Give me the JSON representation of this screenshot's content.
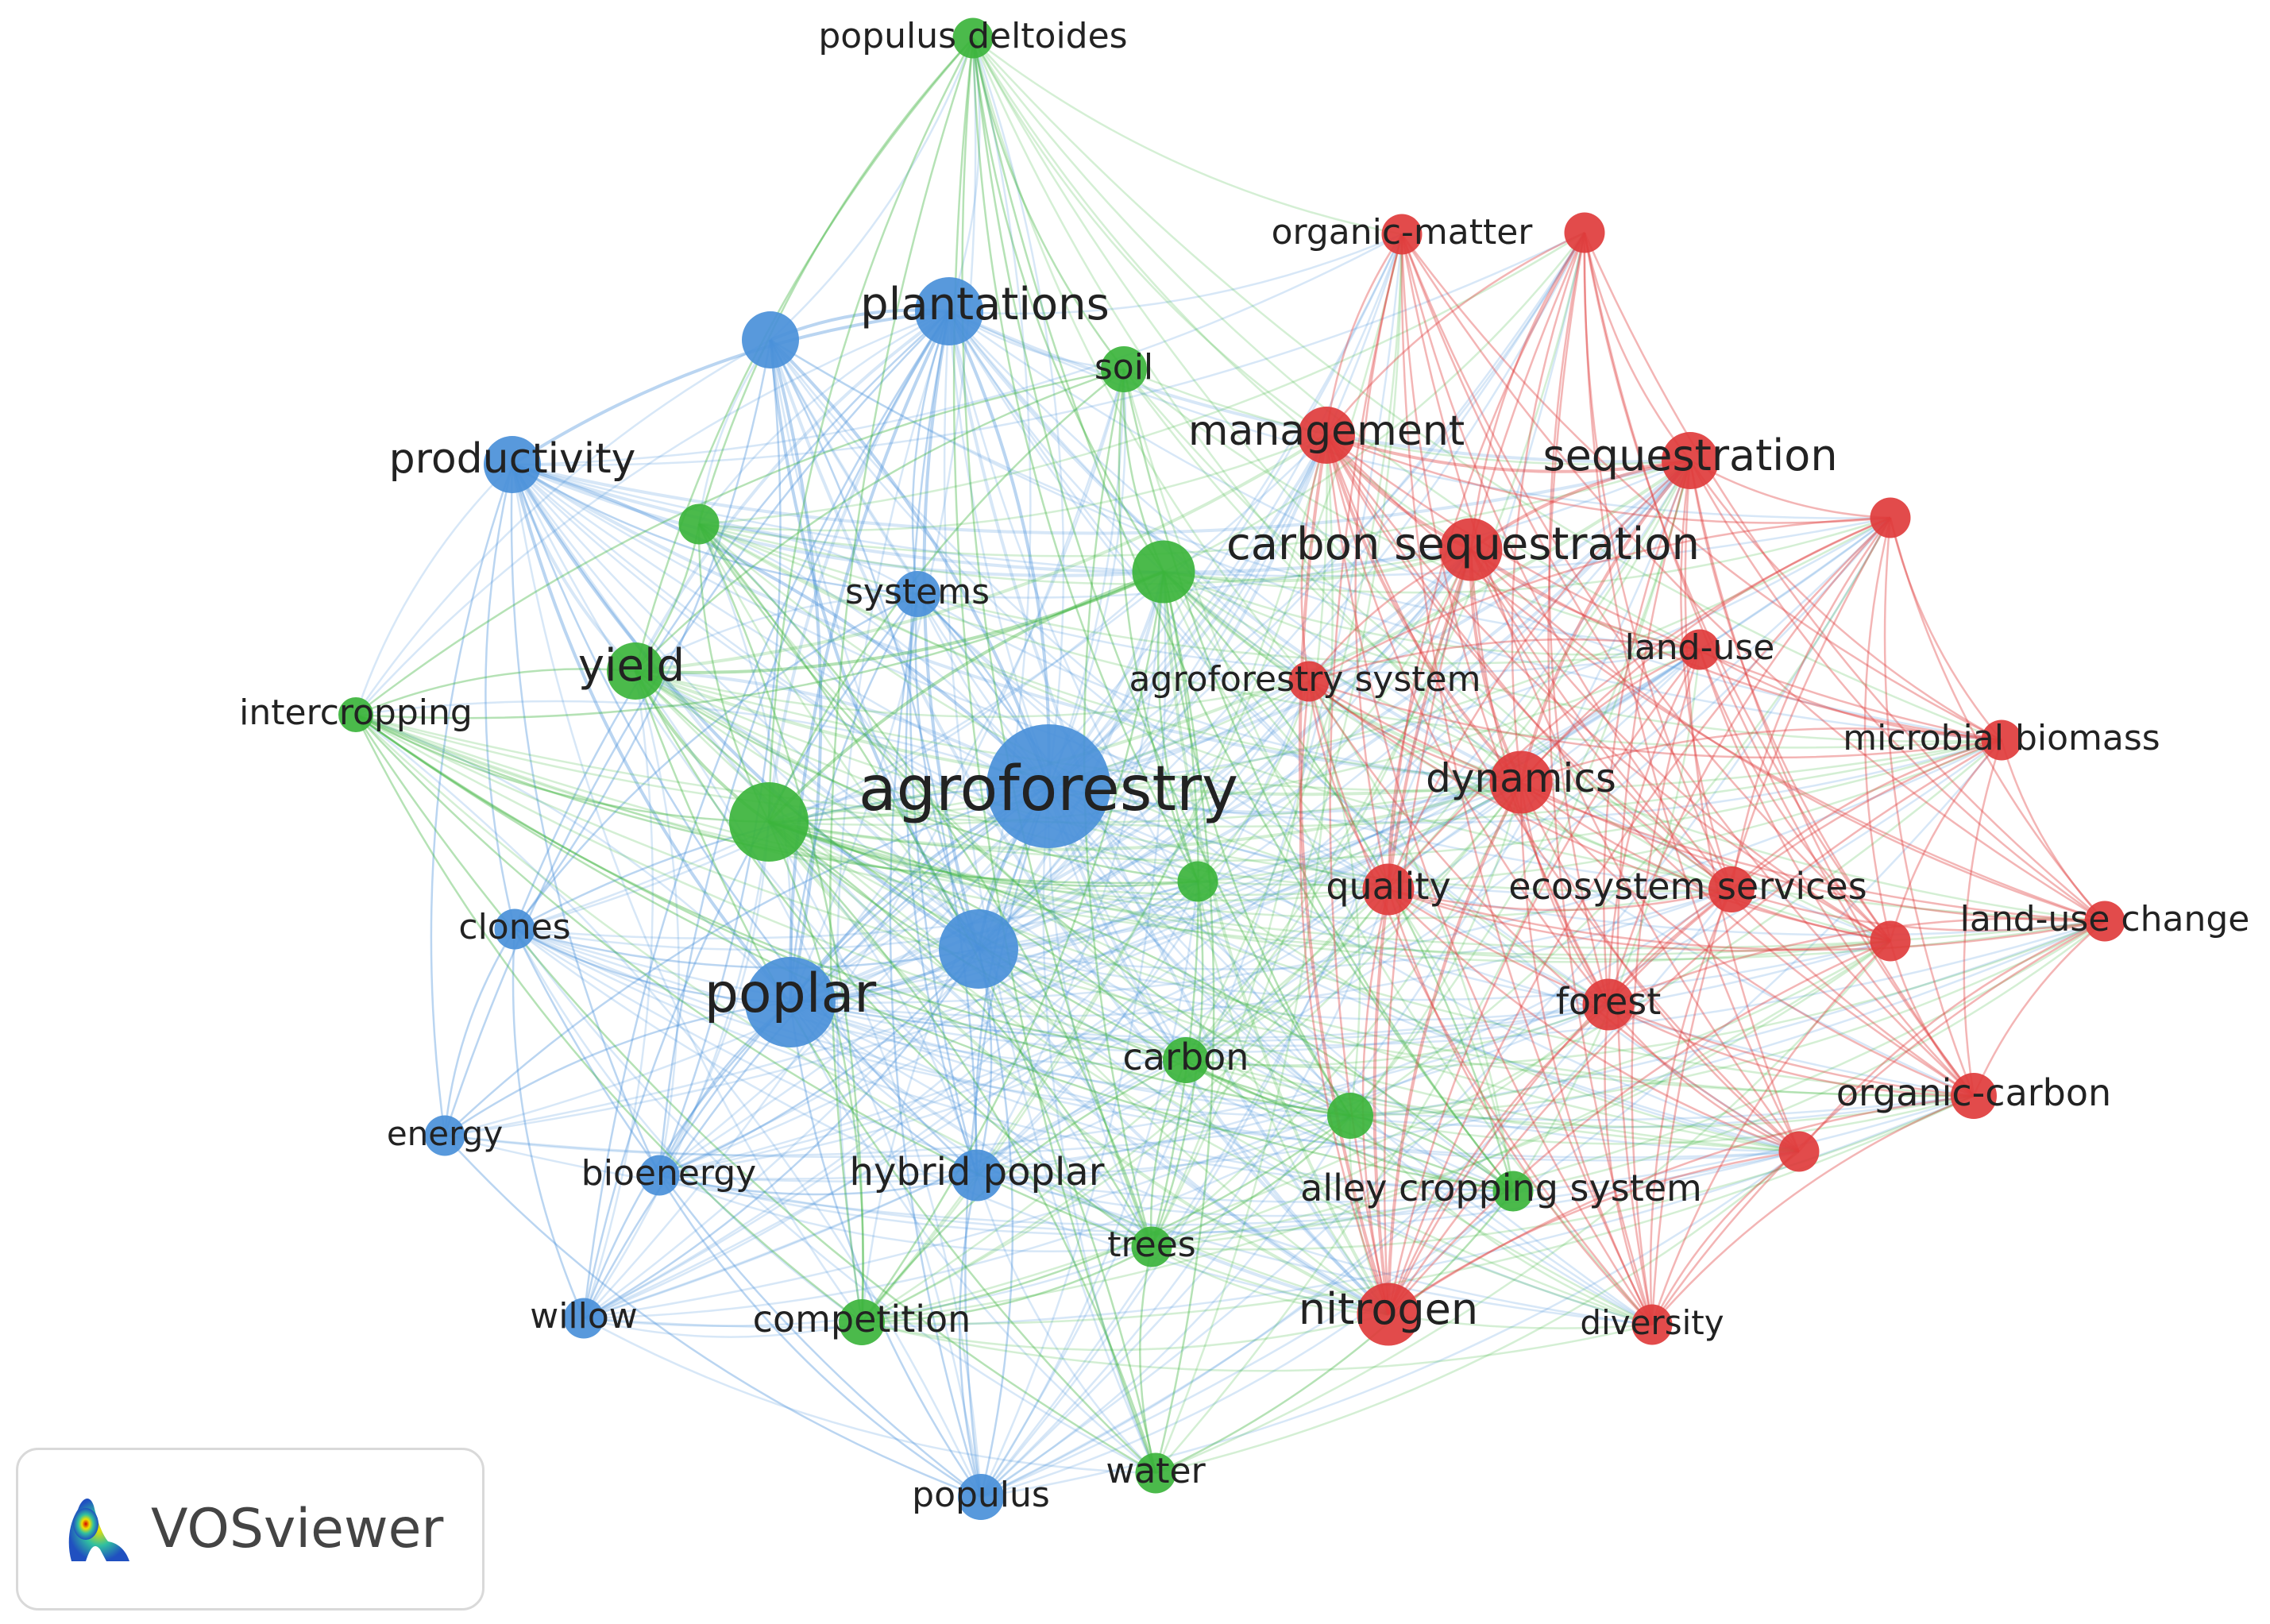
{
  "colors": {
    "blue": "#4a90d9",
    "green": "#3cb43c",
    "red": "#e03c3c",
    "label": "#222222"
  },
  "watermark": {
    "text": "VOSviewer",
    "icon": "vosviewer-density-logo"
  },
  "nodes": [
    {
      "id": "agroforestry",
      "label": "agroforestry",
      "cluster": "blue",
      "weight": 10
    },
    {
      "id": "plantations",
      "label": "plantations",
      "cluster": "blue",
      "weight": 5
    },
    {
      "id": "productivity",
      "label": "productivity",
      "cluster": "blue",
      "weight": 4
    },
    {
      "id": "systems",
      "label": "systems",
      "cluster": "blue",
      "weight": 3
    },
    {
      "id": "clones",
      "label": "clones",
      "cluster": "blue",
      "weight": 2.5
    },
    {
      "id": "poplar",
      "label": "poplar",
      "cluster": "blue",
      "weight": 7
    },
    {
      "id": "energy",
      "label": "energy",
      "cluster": "blue",
      "weight": 2.5
    },
    {
      "id": "bioenergy",
      "label": "bioenergy",
      "cluster": "blue",
      "weight": 2.5
    },
    {
      "id": "hybrid-poplar",
      "label": "hybrid poplar",
      "cluster": "blue",
      "weight": 3.5
    },
    {
      "id": "willow",
      "label": "willow",
      "cluster": "blue",
      "weight": 2.5
    },
    {
      "id": "populus",
      "label": "populus",
      "cluster": "blue",
      "weight": 3
    },
    {
      "id": "blue-unlabeled-1",
      "label": "",
      "cluster": "blue",
      "weight": 4
    },
    {
      "id": "blue-unlabeled-2",
      "label": "",
      "cluster": "blue",
      "weight": 6
    },
    {
      "id": "populus-deltoides",
      "label": "populus deltoides",
      "cluster": "green",
      "weight": 2.5
    },
    {
      "id": "soil",
      "label": "soil",
      "cluster": "green",
      "weight": 3
    },
    {
      "id": "yield",
      "label": "yield",
      "cluster": "green",
      "weight": 4
    },
    {
      "id": "intercropping",
      "label": "intercropping",
      "cluster": "green",
      "weight": 2
    },
    {
      "id": "carbon",
      "label": "carbon",
      "cluster": "green",
      "weight": 3
    },
    {
      "id": "competition",
      "label": "competition",
      "cluster": "green",
      "weight": 3
    },
    {
      "id": "trees",
      "label": "trees",
      "cluster": "green",
      "weight": 2.5
    },
    {
      "id": "water",
      "label": "water",
      "cluster": "green",
      "weight": 2.5
    },
    {
      "id": "alley-cropping-system",
      "label": "alley cropping system",
      "cluster": "green",
      "weight": 2.5
    },
    {
      "id": "green-unlabeled-1",
      "label": "",
      "cluster": "green",
      "weight": 2.5
    },
    {
      "id": "green-unlabeled-2",
      "label": "",
      "cluster": "green",
      "weight": 4.5
    },
    {
      "id": "green-unlabeled-3",
      "label": "",
      "cluster": "green",
      "weight": 6
    },
    {
      "id": "green-unlabeled-4",
      "label": "",
      "cluster": "green",
      "weight": 2.5
    },
    {
      "id": "green-unlabeled-5",
      "label": "",
      "cluster": "green",
      "weight": 3
    },
    {
      "id": "organic-matter",
      "label": "organic-matter",
      "cluster": "red",
      "weight": 2.5
    },
    {
      "id": "red-unlabeled-1",
      "label": "",
      "cluster": "red",
      "weight": 2.5
    },
    {
      "id": "management",
      "label": "management",
      "cluster": "red",
      "weight": 4
    },
    {
      "id": "sequestration",
      "label": "sequestration",
      "cluster": "red",
      "weight": 4
    },
    {
      "id": "carbon-sequestration",
      "label": "carbon sequestration",
      "cluster": "red",
      "weight": 4.5
    },
    {
      "id": "red-unlabeled-2",
      "label": "",
      "cluster": "red",
      "weight": 2.5
    },
    {
      "id": "land-use",
      "label": "land-use",
      "cluster": "red",
      "weight": 2.5
    },
    {
      "id": "agroforestry-system",
      "label": "agroforestry system",
      "cluster": "red",
      "weight": 2.5
    },
    {
      "id": "microbial-biomass",
      "label": "microbial biomass",
      "cluster": "red",
      "weight": 2.5
    },
    {
      "id": "dynamics",
      "label": "dynamics",
      "cluster": "red",
      "weight": 4.5
    },
    {
      "id": "quality",
      "label": "quality",
      "cluster": "red",
      "weight": 3.5
    },
    {
      "id": "ecosystem-services",
      "label": "ecosystem services",
      "cluster": "red",
      "weight": 3
    },
    {
      "id": "red-unlabeled-3",
      "label": "",
      "cluster": "red",
      "weight": 2.5
    },
    {
      "id": "land-use-change",
      "label": "land-use change",
      "cluster": "red",
      "weight": 2.5
    },
    {
      "id": "forest",
      "label": "forest",
      "cluster": "red",
      "weight": 3.5
    },
    {
      "id": "organic-carbon",
      "label": "organic-carbon",
      "cluster": "red",
      "weight": 3
    },
    {
      "id": "red-unlabeled-4",
      "label": "",
      "cluster": "red",
      "weight": 2.5
    },
    {
      "id": "nitrogen",
      "label": "nitrogen",
      "cluster": "red",
      "weight": 4.5
    },
    {
      "id": "diversity",
      "label": "diversity",
      "cluster": "red",
      "weight": 2.5
    }
  ]
}
